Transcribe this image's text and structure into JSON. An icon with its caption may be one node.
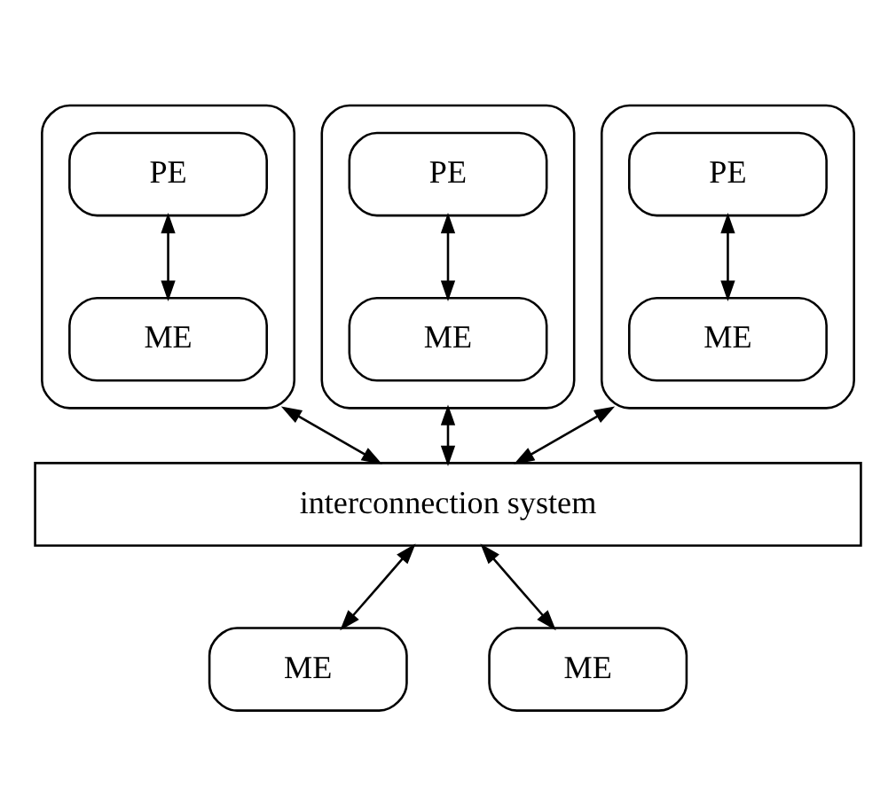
{
  "diagram": {
    "nodes": [
      {
        "text": [],
        "shape": "box"
      },
      {
        "text": [
          "PE"
        ],
        "in": 0
      },
      {
        "text": [
          "ME"
        ],
        "in": 0
      },
      {
        "text": [],
        "shape": "box"
      },
      {
        "text": [
          "PE"
        ],
        "in": 3
      },
      {
        "text": [
          "ME"
        ],
        "in": 3
      },
      {
        "text": [],
        "shape": "box"
      },
      {
        "text": [
          "PE"
        ],
        "in": 6
      },
      {
        "text": [
          "ME"
        ],
        "in": 6
      },
      {
        "text": [
          "interconnection system"
        ]
      },
      {
        "text": [
          "ME"
        ]
      },
      {
        "text": [
          "ME"
        ]
      }
    ],
    "edges": [
      {
        "from": 1,
        "to": 2,
        "arrow": "both"
      },
      {
        "from": 4,
        "to": 5,
        "arrow": "both"
      },
      {
        "from": 7,
        "to": 8,
        "arrow": "both"
      },
      {
        "from": 0,
        "to": 9,
        "arrow": "both"
      },
      {
        "from": 3,
        "to": 9,
        "arrow": "both"
      },
      {
        "from": 6,
        "to": 9,
        "arrow": "both"
      },
      {
        "from": 9,
        "to": 10,
        "arrow": "both"
      },
      {
        "from": 9,
        "to": 11,
        "arrow": "both"
      }
    ]
  }
}
